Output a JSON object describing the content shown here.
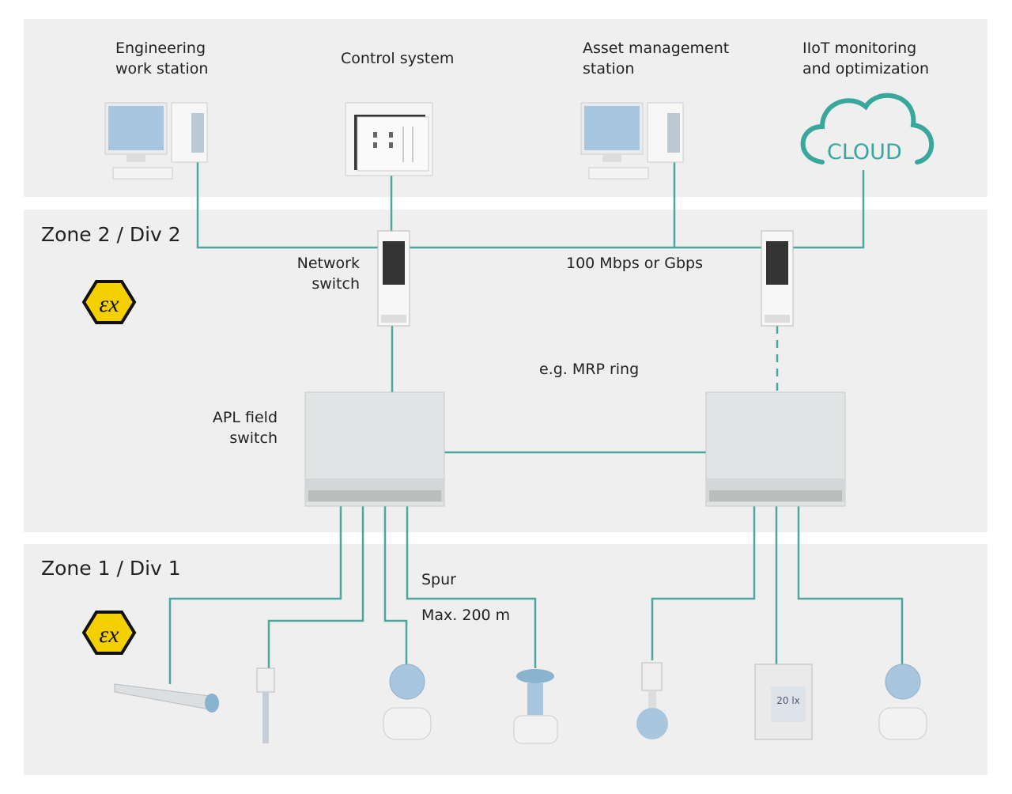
{
  "colors": {
    "line": "#4aa8a0",
    "panel": "#efefef",
    "ex_yellow": "#f5d000",
    "device_blue": "#a9c6df"
  },
  "top": {
    "engineering_l1": "Engineering",
    "engineering_l2": "work station",
    "control": "Control system",
    "asset_l1": "Asset management",
    "asset_l2": "station",
    "iiot_l1": "IIoT monitoring",
    "iiot_l2": "and optimization",
    "cloud": "CLOUD"
  },
  "zone2": {
    "title": "Zone 2 / Div 2",
    "network_switch_l1": "Network",
    "network_switch_l2": "switch",
    "speed": "100 Mbps or Gbps",
    "ring": "e.g. MRP ring",
    "apl_l1": "APL field",
    "apl_l2": "switch",
    "ex_symbol": "Ex"
  },
  "zone1": {
    "title": "Zone 1 / Div 1",
    "spur": "Spur",
    "max": "Max. 200 m",
    "ex_symbol": "Ex",
    "display_value": "20 lx"
  },
  "icons": [
    "workstation-icon",
    "control-system-icon",
    "cloud-icon",
    "network-switch-icon",
    "apl-field-switch-icon",
    "ex-hazard-icon",
    "sensor-icon",
    "valve-icon",
    "flowmeter-icon"
  ]
}
